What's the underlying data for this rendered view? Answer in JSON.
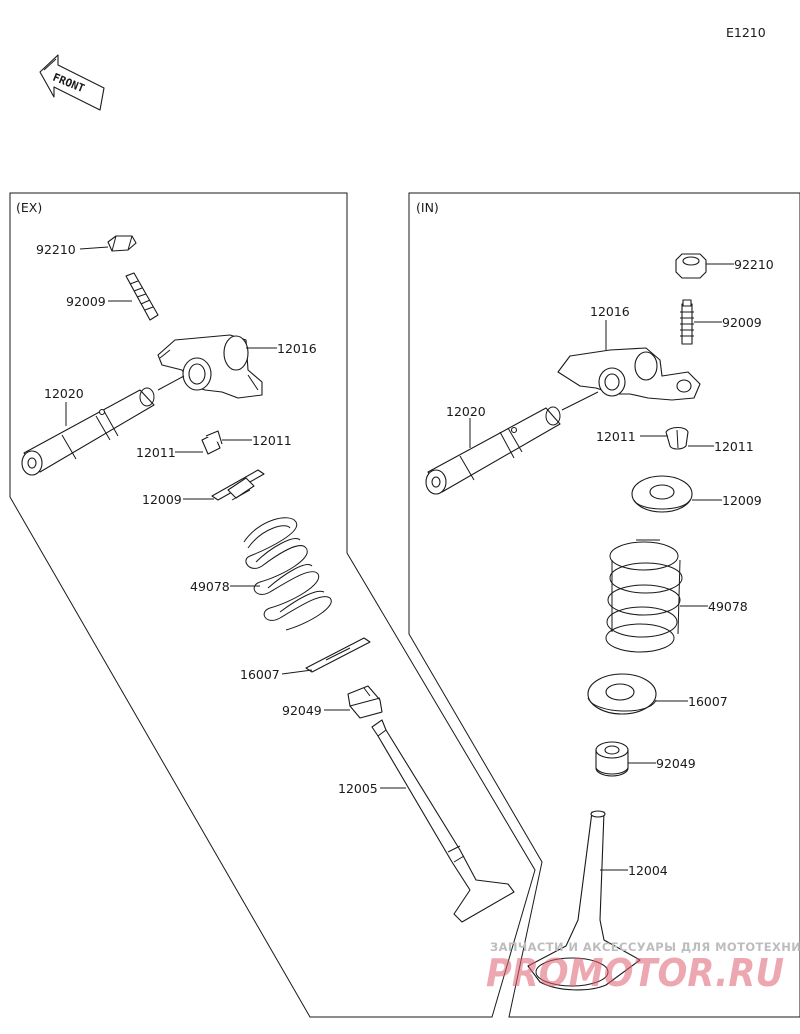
{
  "diagram_code": "E1210",
  "front_label": "FRONT",
  "panels": {
    "ex": {
      "label": "(EX)"
    },
    "in": {
      "label": "(IN)"
    }
  },
  "ex_parts": {
    "nut": "92210",
    "adjuster": "92009",
    "rocker_arm": "12016",
    "rocker_shaft": "12020",
    "collet": "12011",
    "collet_b": "12011",
    "retainer": "12009",
    "spring": "49078",
    "spring_seat": "16007",
    "stem_seal": "92049",
    "valve": "12005"
  },
  "in_parts": {
    "nut": "92210",
    "adjuster": "92009",
    "rocker_arm": "12016",
    "rocker_shaft": "12020",
    "collet": "12011",
    "collet_b": "12011",
    "retainer": "12009",
    "spring": "49078",
    "spring_seat": "16007",
    "stem_seal": "92049",
    "valve": "12004"
  },
  "watermark": {
    "top": "ЗАПЧАСТИ И АКСЕССУАРЫ ДЛЯ МОТОТЕХНИКИ",
    "brand": "PROMOTOR.RU"
  }
}
